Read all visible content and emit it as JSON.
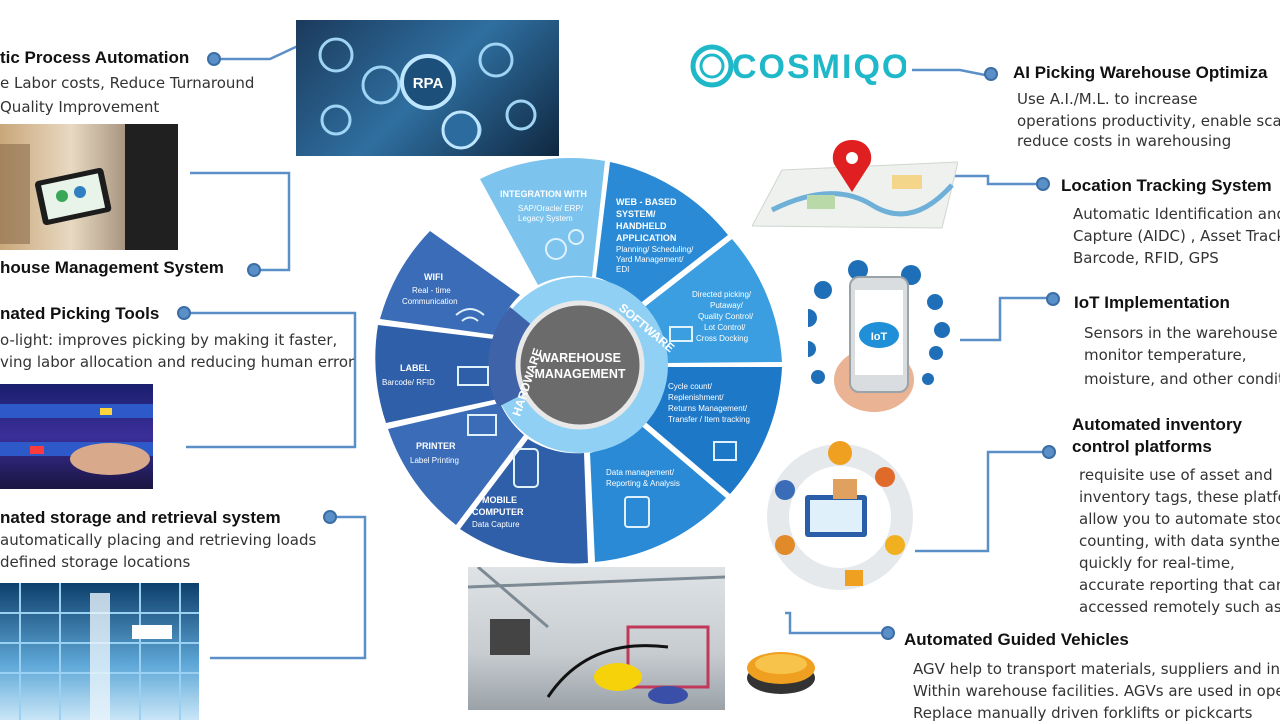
{
  "brand": {
    "logo_text": "COSMIQO",
    "logo_color": "#1fb8c9"
  },
  "colors": {
    "connector": "#5b8fc7",
    "wheel_dark": "#2f5fa8",
    "wheel_mid": "#2a7cc7",
    "wheel_light": "#5bb3e6",
    "hub": "#6b6b6b"
  },
  "wheel": {
    "center_label_1": "WAREHOUSE",
    "center_label_2": "MANAGEMENT",
    "ring_software": "SOFTWARE",
    "ring_hardware": "HARDWARE",
    "segments": [
      {
        "title": "INTEGRATION WITH",
        "sub": [
          "SAP/Oracle/ ERP/",
          "Legacy System"
        ]
      },
      {
        "title": "WEB - BASED",
        "sub": [
          "SYSTEM/",
          "HANDHELD",
          "APPLICATION",
          "Planning/ Scheduling/",
          "Yard Management/",
          "EDI"
        ]
      },
      {
        "title": "",
        "sub": [
          "Directed picking/",
          "Putaway/",
          "Quality Control/",
          "Lot Control/",
          "Cross Docking"
        ]
      },
      {
        "title": "",
        "sub": [
          "Cycle count/",
          "Replenishment/",
          "Returns Management/",
          "Transfer / Item tracking"
        ]
      },
      {
        "title": "",
        "sub": [
          "Data management/",
          "Reporting & Analysis"
        ]
      },
      {
        "title": "MOBILE",
        "sub": [
          "COMPUTER",
          "Data Capture"
        ]
      },
      {
        "title": "PRINTER",
        "sub": [
          "Label Printing"
        ]
      },
      {
        "title": "LABEL",
        "sub": [
          "Barcode/ RFID"
        ]
      },
      {
        "title": "WIFI",
        "sub": [
          "Real - time",
          "Communication"
        ]
      }
    ]
  },
  "left": {
    "rpa": {
      "title": "tic Process Automation",
      "lines": [
        "e Labor costs, Reduce Turnaround",
        "Quality Improvement"
      ],
      "image_text": "RPA"
    },
    "wms": {
      "title": "house Management System"
    },
    "picking": {
      "title": "nated Picking Tools",
      "lines": [
        "o-light: improves picking by making it faster,",
        "ving labor allocation and reducing human error"
      ]
    },
    "asrs": {
      "title": "nated storage and retrieval system",
      "lines": [
        "automatically placing and retrieving loads",
        "defined storage locations"
      ]
    }
  },
  "right": {
    "ai": {
      "title": "AI Picking Warehouse Optimiza",
      "lines": [
        "Use A.I./M.L. to increase",
        "operations productivity, enable scale",
        "reduce costs in warehousing"
      ]
    },
    "location": {
      "title": "Location Tracking System",
      "lines": [
        "Automatic Identification and",
        "Capture (AIDC) , Asset Tracki",
        "Barcode, RFID, GPS"
      ]
    },
    "iot": {
      "title": "IoT Implementation",
      "lines": [
        "Sensors in the warehouse c",
        "monitor temperature,",
        "moisture, and other condit"
      ],
      "phone_text": "IoT"
    },
    "inventory": {
      "title_1": "Automated inventory",
      "title_2": "control platforms",
      "lines": [
        "requisite use of asset and",
        "inventory tags, these platfo",
        "allow you to automate stoc",
        "counting, with data synthes",
        "quickly for real-time,",
        "accurate reporting that can",
        "accessed remotely such as I"
      ]
    },
    "agv": {
      "title": "Automated Guided Vehicles",
      "lines": [
        "AGV help to transport materials, suppliers and inve",
        "Within warehouse facilities. AGVs are used in oper",
        "Replace manually driven forklifts or pickcarts"
      ]
    }
  }
}
